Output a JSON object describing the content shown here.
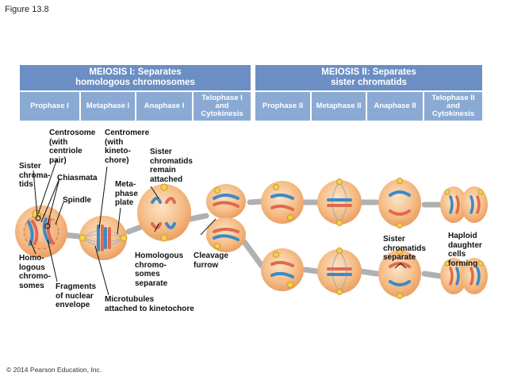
{
  "figure_title": "Figure 13.8",
  "copyright": "© 2014 Pearson Education, Inc.",
  "meiosis1": {
    "line1": "MEIOSIS I: Separates",
    "line2": "homologous chromosomes",
    "stages": [
      "Prophase I",
      "Metaphase I",
      "Anaphase I",
      "Telophase I and Cytokinesis"
    ]
  },
  "meiosis2": {
    "line1": "MEIOSIS II: Separates",
    "line2": "sister chromatids",
    "stages": [
      "Prophase II",
      "Metaphase II",
      "Anaphase II",
      "Telophase II and Cytokinesis"
    ]
  },
  "labels": {
    "centrosome": [
      "Centrosome",
      "(with",
      "centriole",
      "pair)"
    ],
    "centromere": [
      "Centromere",
      "(with",
      "kineto-",
      "chore)"
    ],
    "sister_chromatids": [
      "Sister",
      "chroma-",
      "tids"
    ],
    "chiasmata": [
      "Chiasmata"
    ],
    "spindle": [
      "Spindle"
    ],
    "sister_remain": [
      "Sister",
      "chromatids",
      "remain",
      "attached"
    ],
    "metaphase_plate": [
      "Meta-",
      "phase",
      "plate"
    ],
    "homologous_chromosomes": [
      "Homo-",
      "logous",
      "chromo-",
      "somes"
    ],
    "fragments": [
      "Fragments",
      "of nuclear",
      "envelope"
    ],
    "microtubules": [
      "Microtubules",
      "attached to kinetochore"
    ],
    "homologous_separate": [
      "Homologous",
      "chromo-",
      "somes",
      "separate"
    ],
    "cleavage_furrow": [
      "Cleavage",
      "furrow"
    ],
    "sister_separate": [
      "Sister",
      "chromatids",
      "separate"
    ],
    "haploid": [
      "Haploid",
      "daughter",
      "cells",
      "forming"
    ]
  },
  "colors": {
    "header": "#6b8fc4",
    "stage": "#8aaad3",
    "cell": "#f2b27a",
    "chromosome_red": "#e06a4f",
    "chromosome_blue": "#3c8ac6",
    "arrow": "#9a9a9a"
  }
}
